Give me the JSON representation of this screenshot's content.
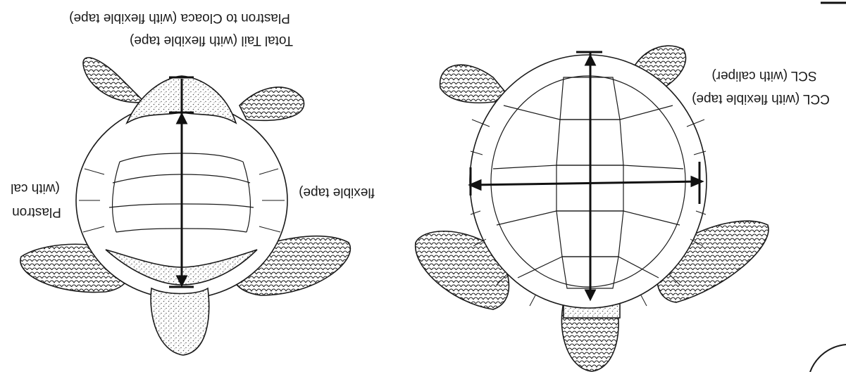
{
  "labels": {
    "plastron_to_cloaca": "Plastron to Cloaca (with flexible tape)",
    "total_tail": "Total Tail (with flexible tape)",
    "plastron": "Plastron",
    "with_cal": "(with cal",
    "flexible_tape": "flexible tape)",
    "scl": "SCL (with caliper)",
    "ccl": "CCL (with flexible tape)"
  },
  "colors": {
    "ink": "#1a1a1a",
    "stipple": "#8a8a8a",
    "background": "#ffffff"
  },
  "orientation": "image rotated 180 degrees",
  "figures": [
    "plastron-view-turtle",
    "carapace-view-turtle"
  ]
}
